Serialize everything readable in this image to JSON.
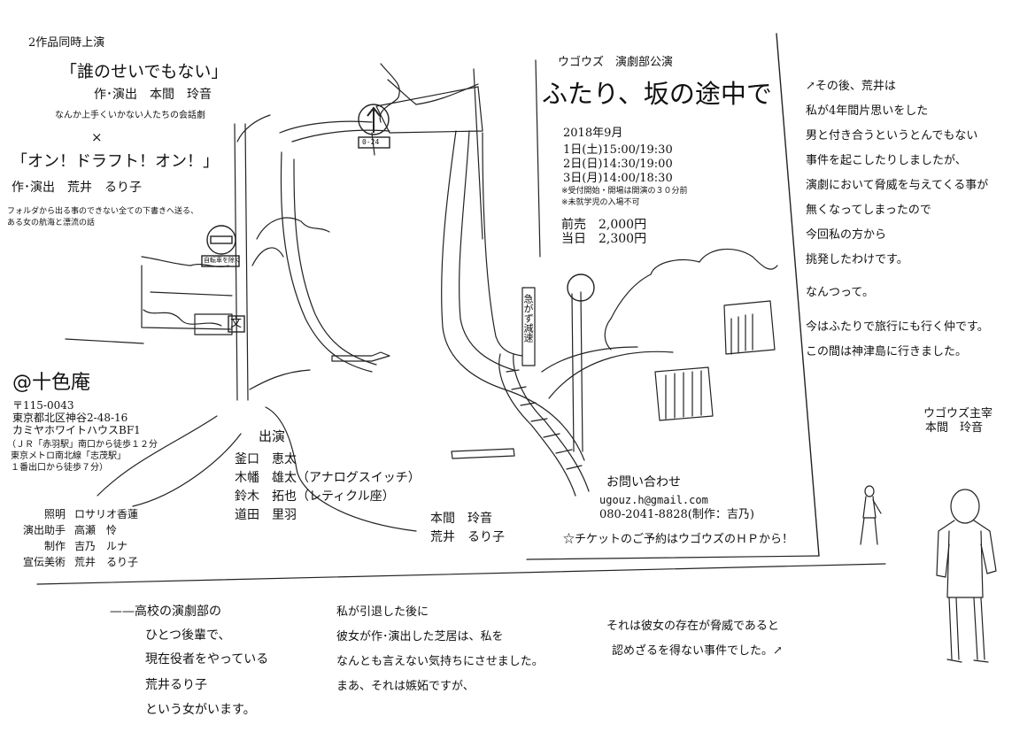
{
  "left_top": {
    "double_bill": "2作品同時上演",
    "play1_title": "「誰のせいでもない」",
    "play1_credit": "作･演出　本間　玲音",
    "play1_desc": "なんか上手くいかない人たちの会話劇",
    "times_sign": "×",
    "play2_title": "「オン！ドラフト！オン！」",
    "play2_credit": "作･演出　荒井　るり子",
    "play2_desc1": "フォルダから出る事のできない全ての下書きへ送る、",
    "play2_desc2": "ある女の航海と漂流の話"
  },
  "venue": {
    "name": "@十色庵",
    "zip": "〒115-0043",
    "address": "東京都北区神谷2-48-16",
    "building": "カミヤホワイトハウスBF1",
    "access1": "（ＪＲ「赤羽駅」南口から徒歩１２分",
    "access2": "東京メトロ南北線「志茂駅」",
    "access3": "１番出口から徒歩７分）"
  },
  "staff": [
    {
      "role": "照明",
      "name": "ロサリオ香蓮"
    },
    {
      "role": "演出助手",
      "name": "高瀬　怜"
    },
    {
      "role": "制作",
      "name": "吉乃　ルナ"
    },
    {
      "role": "宣伝美術",
      "name": "荒井　るり子"
    }
  ],
  "header": {
    "company": "ウゴウズ　演劇部公演",
    "title": "ふたり、坂の途中で"
  },
  "schedule": {
    "month": "2018年9月",
    "dates": [
      "1日(土)15:00/19:30",
      "2日(日)14:30/19:00",
      "3日(月)14:00/18:30"
    ],
    "note1": "※受付開始・開場は開演の３０分前",
    "note2": "※未就学児の入場不可",
    "advance": "前売　2,000円",
    "door": "当日　2,300円"
  },
  "cast": {
    "heading": "出演",
    "members": [
      "釜口　恵太",
      "木幡　雄太（アナログスイッチ）",
      "鈴木　拓也（レティクル座）",
      "道田　里羽"
    ],
    "extra": [
      "本間　玲音",
      "荒井　るり子"
    ]
  },
  "contact": {
    "heading": "お問い合わせ",
    "email": "ugouz.h@gmail.com",
    "phone": "080-2041-8828(制作：吉乃)",
    "ticket": "☆チケットのご予約はウゴウズのＨＰから！"
  },
  "signs": {
    "road_number": "0-24",
    "bicycle": "自転車を除く",
    "school": "文",
    "slow_down": "急がず減速"
  },
  "right_text": {
    "lines": [
      "↗その後、荒井は",
      "私が4年間片思いをした",
      "男と付き合うというとんでもない",
      "事件を起こしたりしましたが、",
      "演劇において脅威を与えてくる事が",
      "無くなってしまったので",
      "今回私の方から",
      "挑発したわけです。"
    ],
    "line2": "なんつって。",
    "lines3": [
      "今はふたりで旅行にも行く仲です。",
      "この間は神津島に行きました。"
    ],
    "signature1": "ウゴウズ主宰",
    "signature2": "本間　玲音"
  },
  "bottom_text": {
    "col1": [
      "——高校の演劇部の",
      "ひとつ後輩で、",
      "現在役者をやっている",
      "荒井るり子",
      "という女がいます。"
    ],
    "col2": [
      "私が引退した後に",
      "彼女が作･演出した芝居は、私を",
      "なんとも言えない気持ちにさせました。",
      "まあ、それは嫉妬ですが、"
    ],
    "col3": [
      "それは彼女の存在が脅威であると",
      "認めざるを得ない事件でした。↗"
    ]
  }
}
